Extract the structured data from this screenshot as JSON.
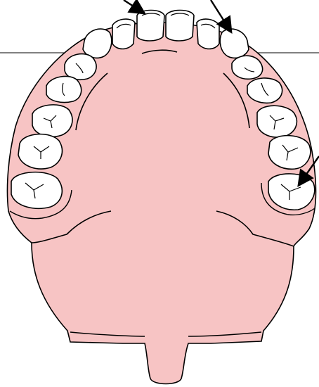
{
  "diagram": {
    "kind": "upper-dental-arch",
    "colors": {
      "gum": "#f7c4c4",
      "tooth": "#ffffff",
      "outline": "#000000"
    },
    "teeth": [
      {
        "name": "upper-right-central-incisor",
        "type": "incisor"
      },
      {
        "name": "upper-right-lateral-incisor",
        "type": "incisor"
      },
      {
        "name": "upper-right-canine",
        "type": "canine"
      },
      {
        "name": "upper-right-first-premolar",
        "type": "premolar"
      },
      {
        "name": "upper-right-second-premolar",
        "type": "premolar"
      },
      {
        "name": "upper-right-first-molar",
        "type": "molar"
      },
      {
        "name": "upper-right-second-molar",
        "type": "molar"
      },
      {
        "name": "upper-right-third-molar",
        "type": "molar"
      },
      {
        "name": "upper-left-central-incisor",
        "type": "incisor"
      },
      {
        "name": "upper-left-lateral-incisor",
        "type": "incisor"
      },
      {
        "name": "upper-left-canine",
        "type": "canine"
      },
      {
        "name": "upper-left-first-premolar",
        "type": "premolar"
      },
      {
        "name": "upper-left-second-premolar",
        "type": "premolar"
      },
      {
        "name": "upper-left-first-molar",
        "type": "molar"
      },
      {
        "name": "upper-left-second-molar",
        "type": "molar"
      },
      {
        "name": "upper-left-third-molar",
        "type": "molar"
      }
    ],
    "pointers": [
      {
        "name": "arrow-to-central-incisor"
      },
      {
        "name": "arrow-to-canine"
      },
      {
        "name": "arrow-to-third-molar"
      }
    ]
  }
}
